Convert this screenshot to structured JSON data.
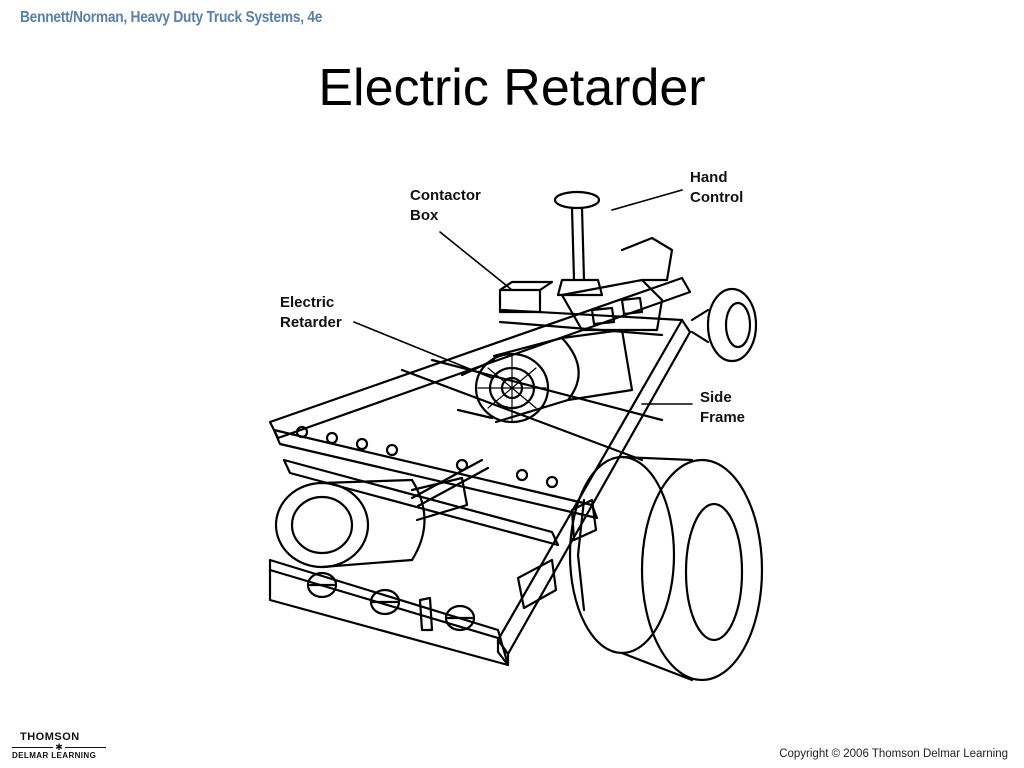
{
  "header": {
    "source": "Bennett/Norman, Heavy Duty Truck Systems, 4e"
  },
  "slide": {
    "title": "Electric Retarder"
  },
  "figure": {
    "callouts": {
      "hand_control": [
        "Hand",
        "Control"
      ],
      "contactor_box": [
        "Contactor",
        "Box"
      ],
      "electric_retarder": [
        "Electric",
        "Retarder"
      ],
      "side_frame": [
        "Side",
        "Frame"
      ]
    }
  },
  "footer": {
    "logo_line1": "THOMSON",
    "logo_line2": "DELMAR LEARNING",
    "copyright": "Copyright © 2006 Thomson Delmar Learning"
  },
  "colors": {
    "header_text": "#5a7fa8",
    "ink": "#000000",
    "background": "#ffffff"
  }
}
